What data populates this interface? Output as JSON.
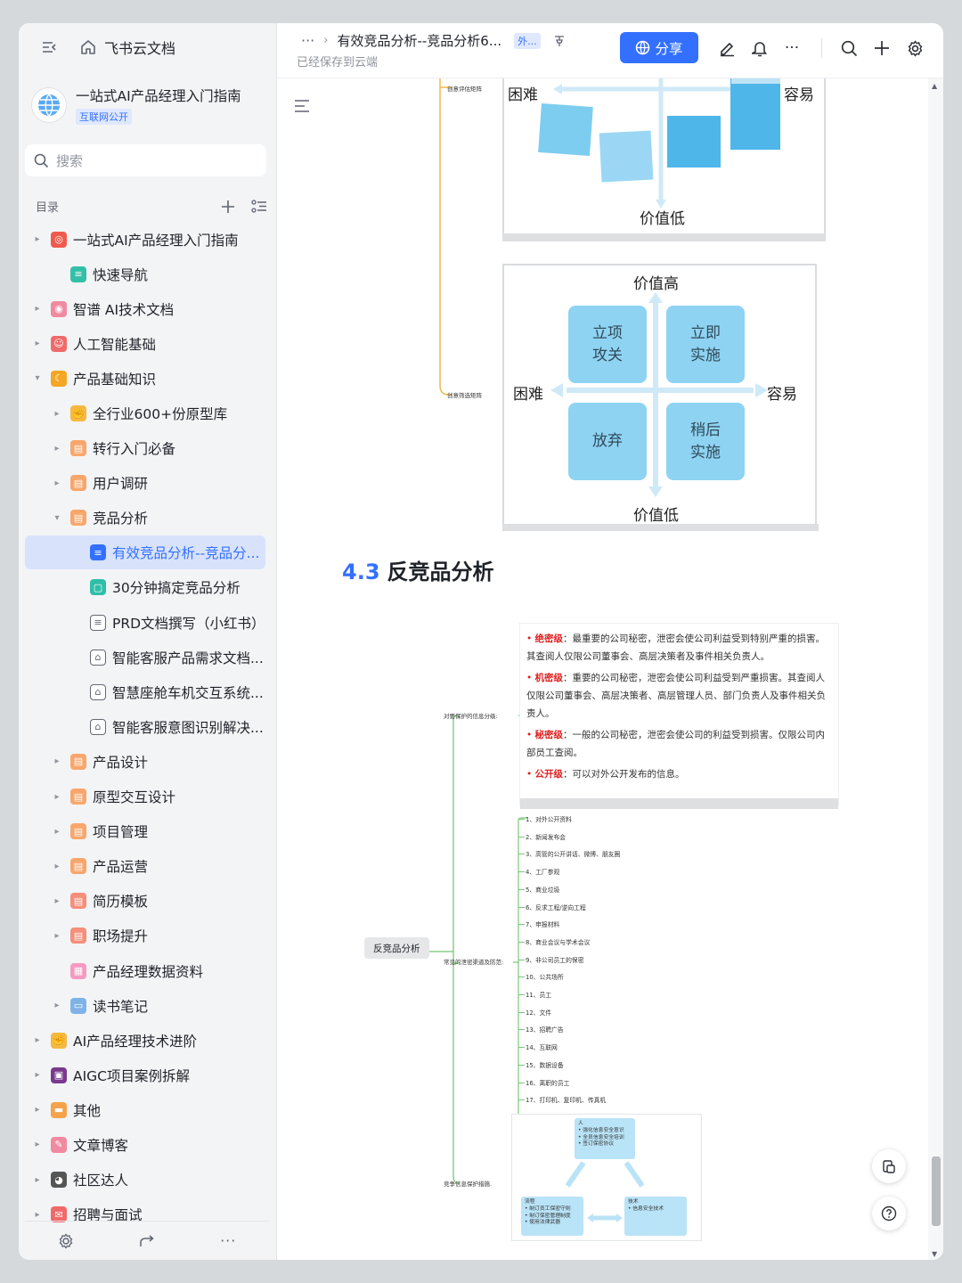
{
  "sidebar": {
    "brand": "飞书云文档",
    "workspace_title": "一站式AI产品经理入门指南",
    "workspace_tag": "互联网公开",
    "search_placeholder": "搜索",
    "toc_label": "目录",
    "items": [
      {
        "label": "一站式AI产品经理入门指南",
        "level": 0,
        "arrow": "right",
        "icon": "target-icon",
        "color": "#f05a4e"
      },
      {
        "label": "快速导航",
        "level": 1,
        "arrow": "none",
        "icon": "doc-green-icon",
        "color": "#34c0a8"
      },
      {
        "label": "智谱 AI技术文档",
        "level": 0,
        "arrow": "right",
        "icon": "robot-icon",
        "color": "#f08aa0"
      },
      {
        "label": "人工智能基础",
        "level": 0,
        "arrow": "right",
        "icon": "smile-icon",
        "color": "#f06a6a"
      },
      {
        "label": "产品基础知识",
        "level": 0,
        "arrow": "down",
        "icon": "moon-icon",
        "color": "#f5a623"
      },
      {
        "label": "全行业600+份原型库",
        "level": 1,
        "arrow": "right",
        "icon": "muscle-icon",
        "color": "#f5b942"
      },
      {
        "label": "转行入门必备",
        "level": 1,
        "arrow": "right",
        "icon": "book-orange-icon",
        "color": "#f9a66c"
      },
      {
        "label": "用户调研",
        "level": 1,
        "arrow": "right",
        "icon": "book-orange-icon",
        "color": "#f9a66c"
      },
      {
        "label": "竞品分析",
        "level": 1,
        "arrow": "down",
        "icon": "book-orange-icon",
        "color": "#f9a66c"
      },
      {
        "label": "有效竞品分析--竞品分...",
        "level": 2,
        "arrow": "none",
        "icon": "doc-blue-icon",
        "color": "#3370ff",
        "active": true
      },
      {
        "label": "30分钟搞定竞品分析",
        "level": 2,
        "arrow": "none",
        "icon": "chat-doc-icon",
        "color": "#2fbfa8"
      },
      {
        "label": "PRD文档撰写（小红书）",
        "level": 2,
        "arrow": "none",
        "icon": "doc-icon",
        "color": "#646a73"
      },
      {
        "label": "智能客服产品需求文档...",
        "level": 2,
        "arrow": "none",
        "icon": "pdf-icon",
        "color": "#646a73"
      },
      {
        "label": "智慧座舱车机交互系统...",
        "level": 2,
        "arrow": "none",
        "icon": "pdf-icon",
        "color": "#646a73"
      },
      {
        "label": "智能客服意图识别解决...",
        "level": 2,
        "arrow": "none",
        "icon": "pdf-icon",
        "color": "#646a73"
      },
      {
        "label": "产品设计",
        "level": 1,
        "arrow": "right",
        "icon": "book-orange-icon",
        "color": "#f9a66c"
      },
      {
        "label": "原型交互设计",
        "level": 1,
        "arrow": "right",
        "icon": "book-orange-icon",
        "color": "#f9a66c"
      },
      {
        "label": "项目管理",
        "level": 1,
        "arrow": "right",
        "icon": "book-orange-icon",
        "color": "#f9a66c"
      },
      {
        "label": "产品运营",
        "level": 1,
        "arrow": "right",
        "icon": "book-orange-icon",
        "color": "#f9a66c"
      },
      {
        "label": "简历模板",
        "level": 1,
        "arrow": "right",
        "icon": "book-red-icon",
        "color": "#f58e7a"
      },
      {
        "label": "职场提升",
        "level": 1,
        "arrow": "right",
        "icon": "book-red-icon",
        "color": "#f58e7a"
      },
      {
        "label": "产品经理数据资料",
        "level": 1,
        "arrow": "none",
        "icon": "grid-pink-icon",
        "color": "#f59ac0"
      },
      {
        "label": "读书笔记",
        "level": 1,
        "arrow": "right",
        "icon": "open-book-icon",
        "color": "#7fb3e8"
      },
      {
        "label": "AI产品经理技术进阶",
        "level": 0,
        "arrow": "right",
        "icon": "muscle-icon",
        "color": "#f5b942"
      },
      {
        "label": "AIGC项目案例拆解",
        "level": 0,
        "arrow": "right",
        "icon": "floppy-icon",
        "color": "#7a3a8c"
      },
      {
        "label": "其他",
        "level": 0,
        "arrow": "right",
        "icon": "folder-orange-icon",
        "color": "#f5a34a"
      },
      {
        "label": "文章博客",
        "level": 0,
        "arrow": "right",
        "icon": "blog-icon",
        "color": "#f08aa0"
      },
      {
        "label": "社区达人",
        "level": 0,
        "arrow": "right",
        "icon": "eyes-icon",
        "color": "#555555"
      },
      {
        "label": "招聘与面试",
        "level": 0,
        "arrow": "right",
        "icon": "mail-icon",
        "color": "#f06a6a"
      }
    ]
  },
  "header": {
    "more": "···",
    "title": "有效竞品分析--竞品分析6...",
    "tag": "外...",
    "saved": "已经保存到云端",
    "share_label": "分享"
  },
  "doc": {
    "matrix1": {
      "left": "困难",
      "right": "容易",
      "bottom": "价值低",
      "branch_label": "创意评估矩阵"
    },
    "matrix2": {
      "top": "价值高",
      "left": "困难",
      "right": "容易",
      "bottom": "价值低",
      "q1": "立项\n攻关",
      "q2": "立即\n实施",
      "q3": "放弃",
      "q4": "稍后\n实施",
      "branch_label": "创意筛选矩阵"
    },
    "section_num": "4.3",
    "section_title": "反竞品分析",
    "mindmap": {
      "root": "反竞品分析",
      "branch1": "对要保护的信息分级:",
      "branch2": "常见的泄密渠道及防范:",
      "branch3": "竞争信息保护措施.",
      "levels": [
        {
          "name": "绝密级",
          "text": "最重要的公司秘密，泄密会使公司利益受到特别严重的损害。其查阅人仅限公司董事会、高层决策者及事件相关负责人。"
        },
        {
          "name": "机密级",
          "text": "重要的公司秘密，泄密会使公司利益受到严重损害。其查阅人仅限公司董事会、高层决策者、高层管理人员、部门负责人及事件相关负责人。"
        },
        {
          "name": "秘密级",
          "text": "一般的公司秘密，泄密会使公司的利益受到损害。仅限公司内部员工查阅。"
        },
        {
          "name": "公开级",
          "text": "可以对外公开发布的信息。"
        }
      ],
      "channels": [
        "1、对外公开资料",
        "2、新闻发布会",
        "3、高管的公开讲话、微博、朋友圈",
        "4、工厂参观",
        "5、商业垃圾",
        "6、反求工程/逆向工程",
        "7、申报材料",
        "8、商业会议与学术会议",
        "9、非公司员工的保密",
        "10、公共场所",
        "11、员工",
        "12、文件",
        "13、招聘广告",
        "14、互联网",
        "15、数据设备",
        "16、离职的员工",
        "17、打印机、复印机、传真机"
      ],
      "protect": {
        "people_title": "人",
        "people": [
          "• 强化信息安全意识",
          "• 全员信息安全培训",
          "• 签订保密协议"
        ],
        "process_title": "流程",
        "process": [
          "• 制订员工保密守则",
          "• 制订保密管理制度",
          "• 使用法律武器"
        ],
        "tech_title": "技术",
        "tech": [
          "• 信息安全技术"
        ]
      }
    }
  },
  "colors": {
    "accent": "#3370ff",
    "quad": "#8fd3f2",
    "secret": "#e02020"
  }
}
